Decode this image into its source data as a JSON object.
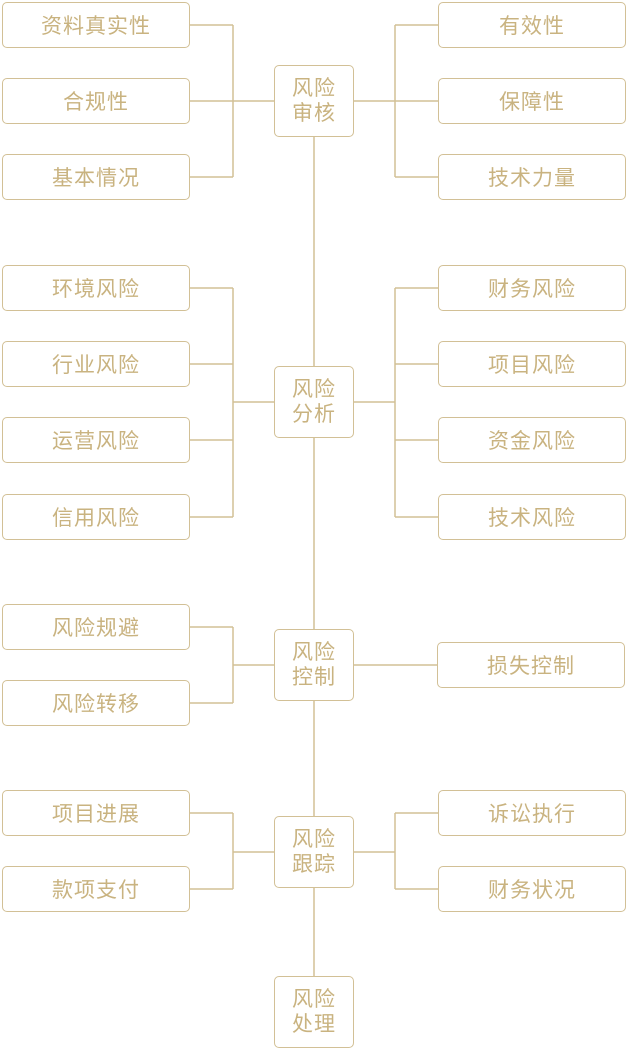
{
  "colors": {
    "line": "#d2c096",
    "text": "#c9b380",
    "background": "#ffffff"
  },
  "stages": [
    {
      "id": "review",
      "center": [
        "风险",
        "审核"
      ],
      "left": [
        "资料真实性",
        "合规性",
        "基本情况"
      ],
      "right": [
        "有效性",
        "保障性",
        "技术力量"
      ]
    },
    {
      "id": "analysis",
      "center": [
        "风险",
        "分析"
      ],
      "left": [
        "环境风险",
        "行业风险",
        "运营风险",
        "信用风险"
      ],
      "right": [
        "财务风险",
        "项目风险",
        "资金风险",
        "技术风险"
      ]
    },
    {
      "id": "control",
      "center": [
        "风险",
        "控制"
      ],
      "left": [
        "风险规避",
        "风险转移"
      ],
      "right": [
        "损失控制"
      ]
    },
    {
      "id": "tracking",
      "center": [
        "风险",
        "跟踪"
      ],
      "left": [
        "项目进展",
        "款项支付"
      ],
      "right": [
        "诉讼执行",
        "财务状况"
      ]
    },
    {
      "id": "handling",
      "center": [
        "风险",
        "处理"
      ],
      "left": [],
      "right": []
    }
  ]
}
